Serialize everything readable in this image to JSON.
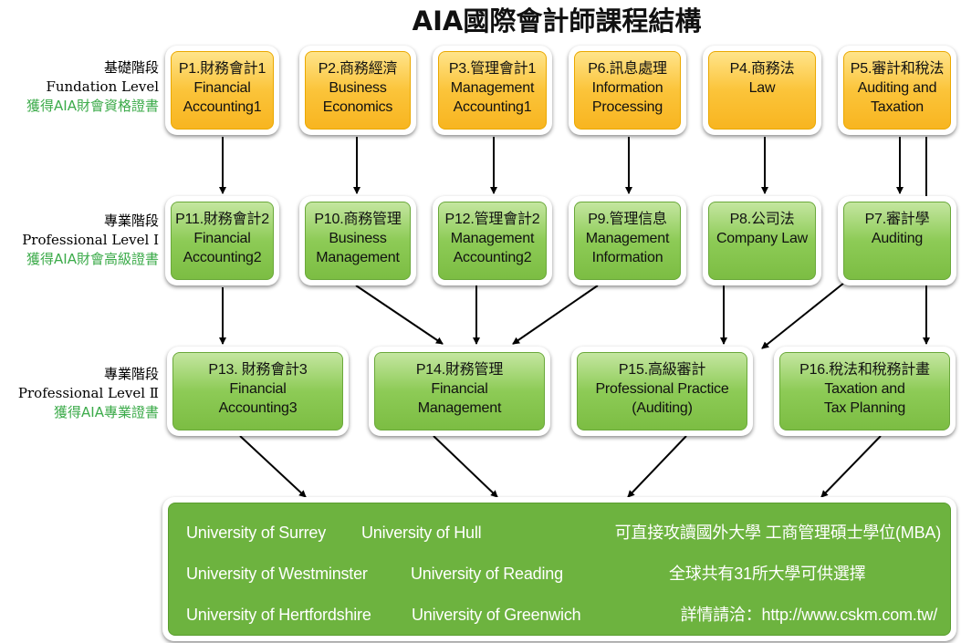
{
  "title": "AIA國際會計師課程結構",
  "levels": [
    {
      "zh": "基礎階段",
      "en": "Fundation Level",
      "cert": "獲得AIA財會資格證書"
    },
    {
      "zh": "專業階段",
      "en": "Professional Level Ⅰ",
      "cert": "獲得AIA財會高級證書"
    },
    {
      "zh": "專業階段",
      "en": "Professional Level Ⅱ",
      "cert": "獲得AIA專業證書"
    }
  ],
  "row1": [
    {
      "code": "P1.財務會計1",
      "l1": "Financial",
      "l2": "Accounting1"
    },
    {
      "code": "P2.商務經濟",
      "l1": "Business",
      "l2": "Economics"
    },
    {
      "code": "P3.管理會計1",
      "l1": "Management",
      "l2": "Accounting1"
    },
    {
      "code": "P6.訊息處理",
      "l1": "Information",
      "l2": "Processing"
    },
    {
      "code": "P4.商務法",
      "l1": "Law",
      "l2": ""
    },
    {
      "code": "P5.審計和稅法",
      "l1": "Auditing and",
      "l2": "Taxation"
    }
  ],
  "row2": [
    {
      "code": "P11.財務會計2",
      "l1": "Financial",
      "l2": "Accounting2"
    },
    {
      "code": "P10.商務管理",
      "l1": "Business",
      "l2": "Management"
    },
    {
      "code": "P12.管理會計2",
      "l1": "Management",
      "l2": "Accounting2"
    },
    {
      "code": "P9.管理信息",
      "l1": "Management",
      "l2": "Information"
    },
    {
      "code": "P8.公司法",
      "l1": "Company Law",
      "l2": ""
    },
    {
      "code": "P7.審計學",
      "l1": "Auditing",
      "l2": ""
    }
  ],
  "row3": [
    {
      "code": "P13. 財務會計3",
      "l1": "Financial",
      "l2": "Accounting3"
    },
    {
      "code": "P14.財務管理",
      "l1": "Financial",
      "l2": "Management"
    },
    {
      "code": "P15.高級審計",
      "l1": "Professional Practice",
      "l2": "(Auditing)"
    },
    {
      "code": "P16.稅法和稅務計畫",
      "l1": "Taxation and",
      "l2": "Tax Planning"
    }
  ],
  "universities": [
    "University of Surrey",
    "University of Hull",
    "University of Westminster",
    "University of Reading",
    "University of Hertfordshire",
    "University of Greenwich"
  ],
  "notes": [
    "可直接攻讀國外大學  工商管理碩士學位(MBA)",
    "全球共有31所大學可供選擇",
    "詳情請洽：http://www.cskm.com.tw/"
  ]
}
